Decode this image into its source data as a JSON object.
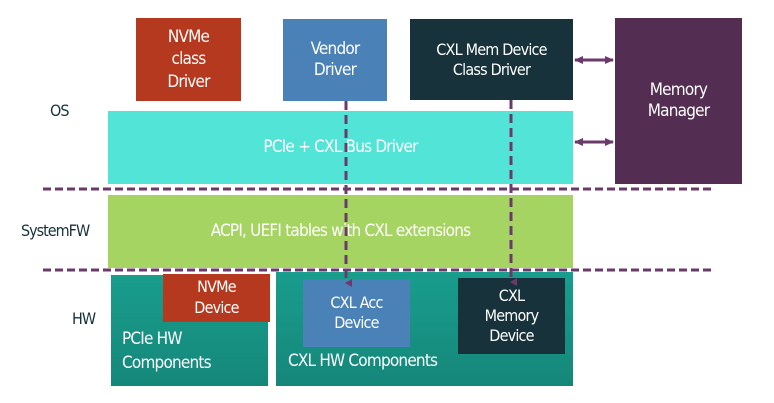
{
  "layers": {
    "os": "OS",
    "system_fw": "SystemFW",
    "hw": "HW"
  },
  "boxes": {
    "nvme_class_driver": "NVMe\nclass\nDriver",
    "vendor_driver": "Vendor\nDriver",
    "cxl_mem_device_class_driver": "CXL Mem Device\nClass Driver",
    "memory_manager": "Memory\nManager",
    "pcie_cxl_bus_driver": "PCIe + CXL Bus Driver",
    "acpi_uefi_tables": "ACPI, UEFI tables with CXL extensions",
    "pcie_hw_components": "PCIe HW\nComponents",
    "nvme_device": "NVMe\nDevice",
    "cxl_hw_components": "CXL HW Components",
    "cxl_acc_device": "CXL Acc\nDevice",
    "cxl_memory_device": "CXL\nMemory\nDevice"
  },
  "colors": {
    "nvme": "#b5391e",
    "vendor": "#4a82b7",
    "cxl_dark": "#17323a",
    "memory_manager": "#542d52",
    "bus_driver": "#52e5d7",
    "firmware": "#a6d463",
    "hw_teal": "#178f81",
    "connector": "#6b3a6a"
  }
}
